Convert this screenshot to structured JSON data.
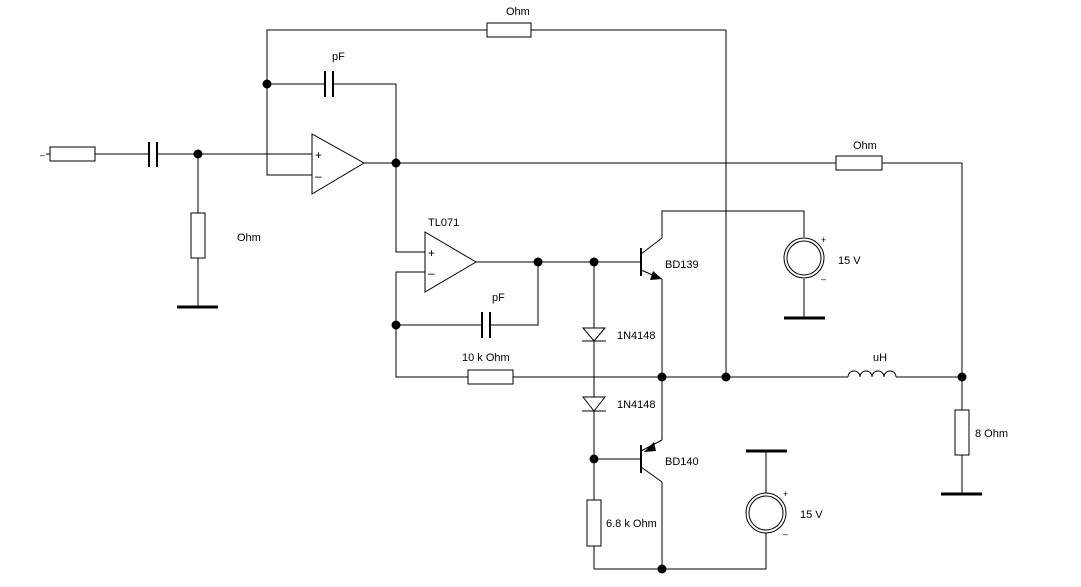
{
  "colors": {
    "wire": "#000000",
    "background": "#ffffff"
  },
  "labels": {
    "r_feedback": "Ohm",
    "c_feedback": "pF",
    "r_input_shunt": "Ohm",
    "r_output": "Ohm",
    "opamp2": "TL071",
    "q_upper": "BD139",
    "q_lower": "BD140",
    "v_upper": "15 V",
    "v_lower": "15 V",
    "c_opamp2": "pF",
    "d_upper": "1N4148",
    "d_lower": "1N4148",
    "r_10k": "10 k Ohm",
    "inductor": "uH",
    "r_load": "8  Ohm",
    "r_bias": "6.8 k Ohm"
  },
  "symbols": {
    "opamp_plus": "+",
    "opamp_minus": "–",
    "supply_plus": "+",
    "supply_minus": "–",
    "input_terminal": "–"
  }
}
